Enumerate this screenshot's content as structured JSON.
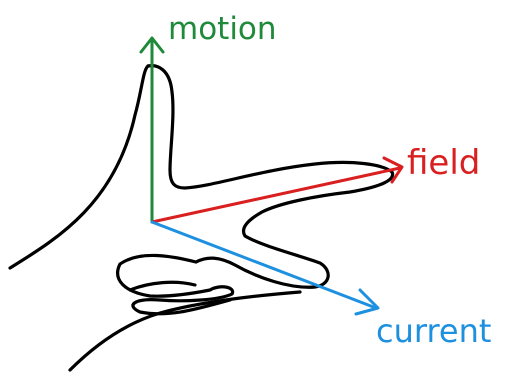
{
  "diagram": {
    "labels": {
      "motion": "motion",
      "field": "field",
      "current": "current"
    },
    "colors": {
      "motion": "#1f8a3a",
      "field": "#d91f1f",
      "current": "#1e90e0",
      "hand_outline": "#000000",
      "background": "#ffffff"
    }
  }
}
